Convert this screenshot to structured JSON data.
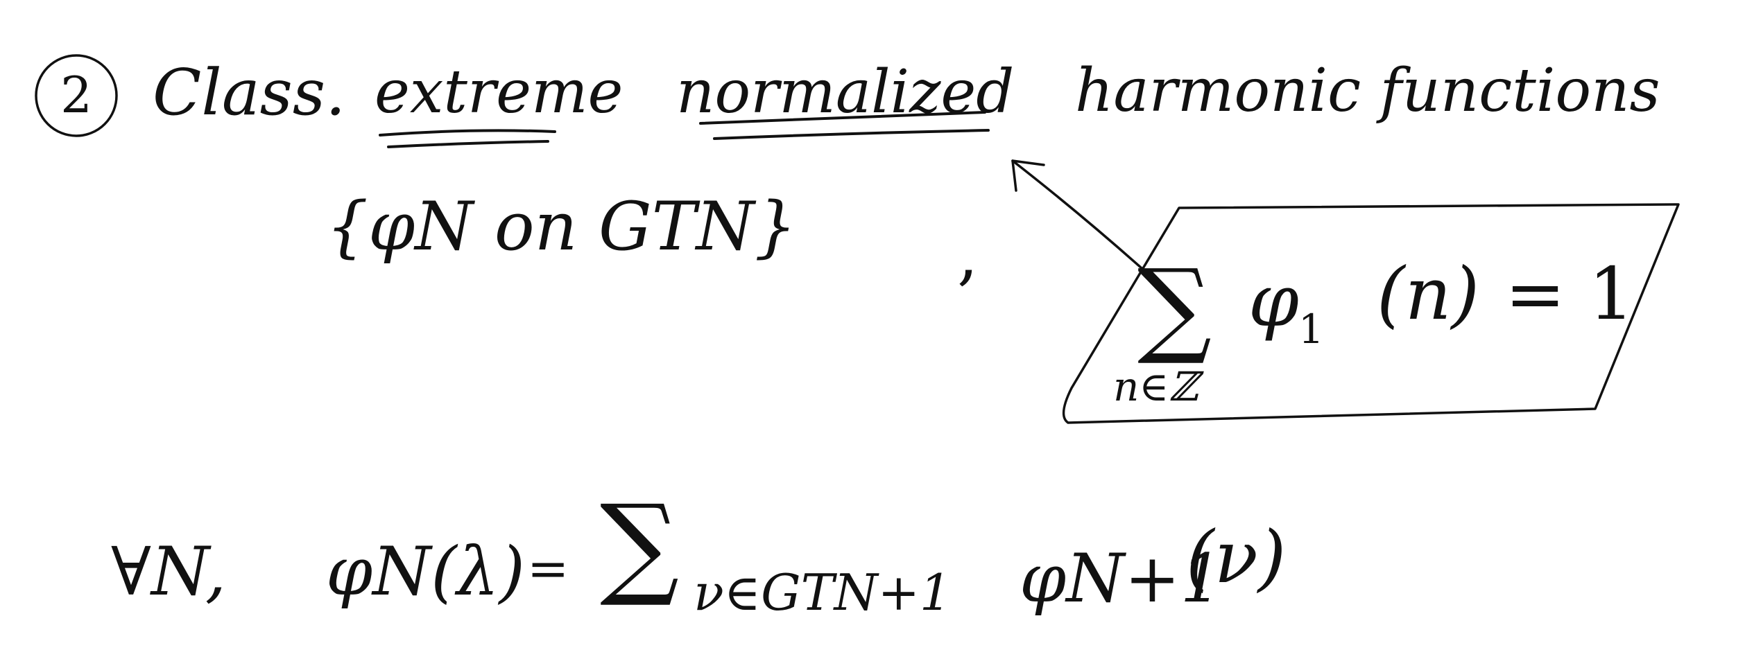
{
  "heading": {
    "number": "2",
    "prefix": "Class.",
    "word_extreme": "extreme",
    "word_normalized": "normalized",
    "suffix": "harmonic functions"
  },
  "set_line": "{φN on GTN}",
  "comma": ",",
  "boxed_equation": {
    "sum": "∑",
    "subscript": "n∈ℤ",
    "term": "φ",
    "term_index": "1",
    "argument": "(n)",
    "equals": "= 1"
  },
  "bottom_equation": {
    "forall": "∀N,",
    "lhs": "φN(λ)",
    "equals": "=",
    "sum": "∑",
    "subscript": "ν∈GTN+1",
    "rhs_term": "φN+1",
    "rhs_arg": "(ν)"
  },
  "colors": {
    "ink": "#111111",
    "background": "#ffffff"
  }
}
